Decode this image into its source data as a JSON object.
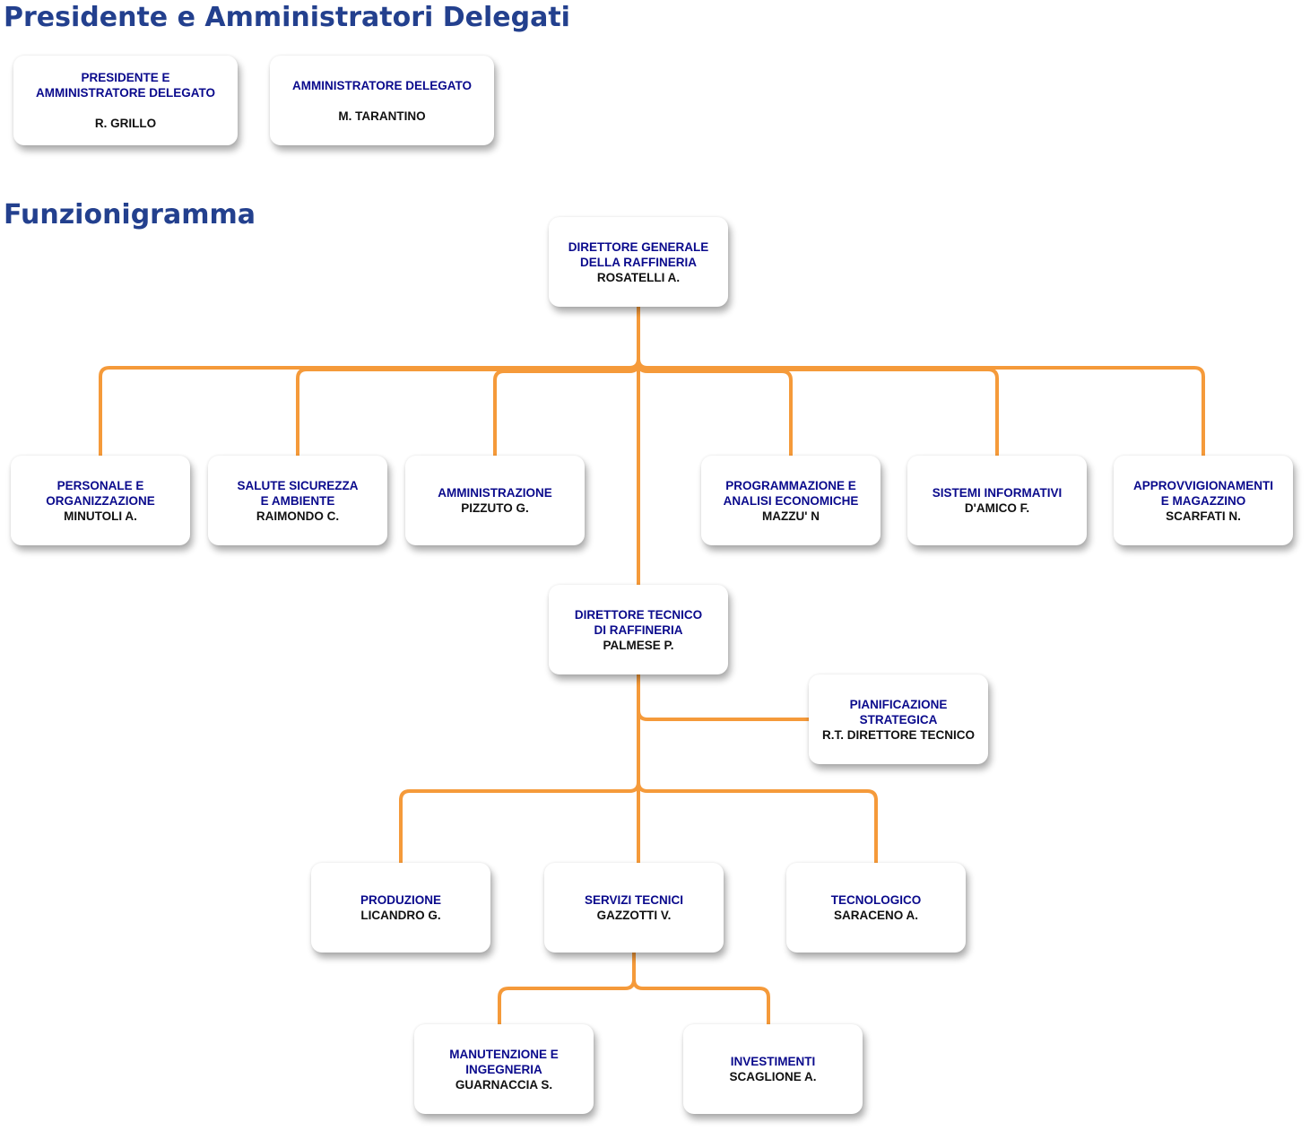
{
  "headings": {
    "presidenza": "Presidente e Amministratori Delegati",
    "funzionigramma": "Funzionigramma"
  },
  "colors": {
    "heading": "#23408e",
    "role_text": "#0a0a8c",
    "name_text": "#111111",
    "connector": "#f59a3a"
  },
  "board": {
    "presidente": {
      "role": "PRESIDENTE E\nAMMINISTRATORE DELEGATO",
      "name": "R. GRILLO"
    },
    "amministratore": {
      "role": "AMMINISTRATORE DELEGATO",
      "name": "M. TARANTINO"
    }
  },
  "org": {
    "direttore_generale": {
      "role": "DIRETTORE GENERALE\nDELLA RAFFINERIA",
      "name": "ROSATELLI A."
    },
    "personale": {
      "role": "PERSONALE E\nORGANIZZAZIONE",
      "name": "MINUTOLI A."
    },
    "salute": {
      "role": "SALUTE SICUREZZA\nE AMBIENTE",
      "name": "RAIMONDO C."
    },
    "amministrazione": {
      "role": "AMMINISTRAZIONE",
      "name": "PIZZUTO G."
    },
    "programmazione": {
      "role": "PROGRAMMAZIONE E\nANALISI ECONOMICHE",
      "name": "MAZZU' N"
    },
    "sistemi": {
      "role": "SISTEMI INFORMATIVI",
      "name": "D'AMICO F."
    },
    "approvvigionamenti": {
      "role": "APPROVVIGIONAMENTI\nE MAGAZZINO",
      "name": "SCARFATI N."
    },
    "direttore_tecnico": {
      "role": "DIRETTORE TECNICO\nDI RAFFINERIA",
      "name": "PALMESE P."
    },
    "pianificazione": {
      "role": "PIANIFICAZIONE\nSTRATEGICA",
      "name": "R.T. DIRETTORE TECNICO"
    },
    "produzione": {
      "role": "PRODUZIONE",
      "name": "LICANDRO G."
    },
    "servizi": {
      "role": "SERVIZI TECNICI",
      "name": "GAZZOTTI V."
    },
    "tecnologico": {
      "role": "TECNOLOGICO",
      "name": "SARACENO A."
    },
    "manutenzione": {
      "role": "MANUTENZIONE E\nINGEGNERIA",
      "name": "GUARNACCIA S."
    },
    "investimenti": {
      "role": "INVESTIMENTI",
      "name": "SCAGLIONE A."
    }
  }
}
